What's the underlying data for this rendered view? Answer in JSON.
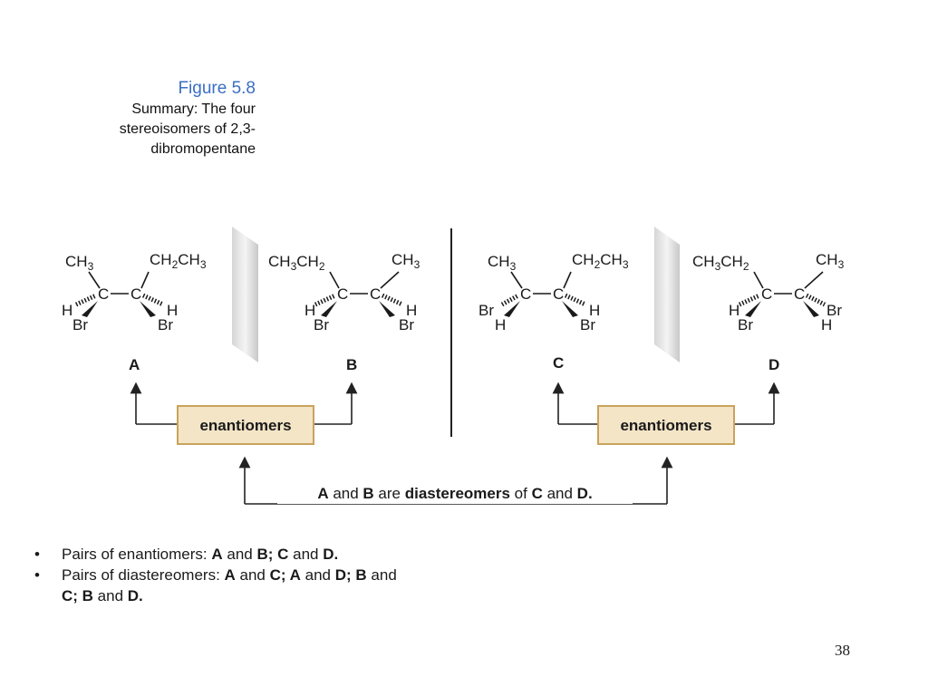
{
  "caption": {
    "figure": "Figure 5.8",
    "summary_lines": [
      "Summary: The four",
      "stereoisomers of 2,3-",
      "dibromopentane"
    ]
  },
  "molecules": [
    {
      "label": "A",
      "left_top": "CH3",
      "right_top": "CH2CH3",
      "left_h": "H",
      "left_br": "Br",
      "right_h": "H",
      "right_br": "Br"
    },
    {
      "label": "B",
      "left_top": "CH3CH2",
      "right_top": "CH3",
      "left_h": "H",
      "left_br": "Br",
      "right_h": "H",
      "right_br": "Br"
    },
    {
      "label": "C",
      "left_top": "CH3",
      "right_top": "CH2CH3",
      "left_h": "Br",
      "left_br": "H",
      "right_h": "H",
      "right_br": "Br"
    },
    {
      "label": "D",
      "left_top": "CH3CH2",
      "right_top": "CH3",
      "left_h": "H",
      "left_br": "Br",
      "right_h": "Br",
      "right_br": "H"
    }
  ],
  "boxes": {
    "enantiomers_left": "enantiomers",
    "enantiomers_right": "enantiomers"
  },
  "diastereomers": {
    "p1": "A",
    "p2": " and ",
    "p3": "B",
    "p4": " are ",
    "p5": "diastereomers",
    "p6": " of ",
    "p7": "C",
    "p8": " and ",
    "p9": "D."
  },
  "bullets": {
    "b1": {
      "t1": "Pairs of enantiomers: ",
      "b1": "A",
      "t2": " and ",
      "b2": "B; C",
      "t3": " and ",
      "b3": "D."
    },
    "b2": {
      "t1": "Pairs of diastereomers: ",
      "b1": "A",
      "t2": " and ",
      "b2": "C; A",
      "t3": " and ",
      "b3": "D; B",
      "t4": " and ",
      "b4": "C; B",
      "t5": " and ",
      "b5": "D."
    }
  },
  "page_number": "38"
}
